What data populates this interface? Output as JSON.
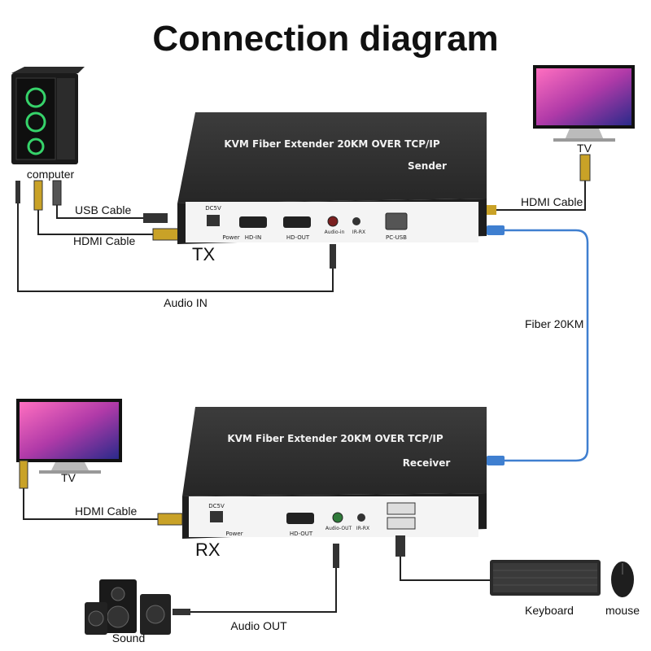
{
  "title": "Connection diagram",
  "sender": {
    "name": "KVM Fiber Extender 20KM OVER TCP/IP",
    "role": "Sender",
    "tag": "TX",
    "ports": {
      "dc": "DC5V",
      "power": "Power",
      "hd_in": "HD-IN",
      "hd_out": "HD-OUT",
      "audio_in": "Audio-in",
      "ir_rx": "IR-RX",
      "pc_usb": "PC-USB"
    }
  },
  "receiver": {
    "name": "KVM Fiber Extender 20KM OVER TCP/IP",
    "role": "Receiver",
    "tag": "RX",
    "ports": {
      "dc": "DC5V",
      "power": "Power",
      "hd_out": "HD-OUT",
      "audio_out": "Audio-OUT",
      "ir_rx": "IR-RX"
    }
  },
  "devices": {
    "computer": "computer",
    "tv_top": "TV",
    "tv_bottom": "TV",
    "sound": "Sound",
    "keyboard": "Keyboard",
    "mouse": "mouse"
  },
  "cables": {
    "usb": "USB Cable",
    "hdmi_tx": "HDMI Cable",
    "audio_in": "Audio IN",
    "hdmi_tv_top": "HDMI Cable",
    "fiber": "Fiber 20KM",
    "hdmi_rx": "HDMI Cable",
    "audio_out": "Audio OUT"
  },
  "colors": {
    "box": "#2b2b2b",
    "box_top": "#3a3a3a",
    "face": "#f4f4f4",
    "cable": "#222222",
    "fiber": "#3f7fd0",
    "connector_gold": "#c9a227",
    "screen_a": "#d63aa0",
    "screen_b": "#3a2a8c"
  }
}
